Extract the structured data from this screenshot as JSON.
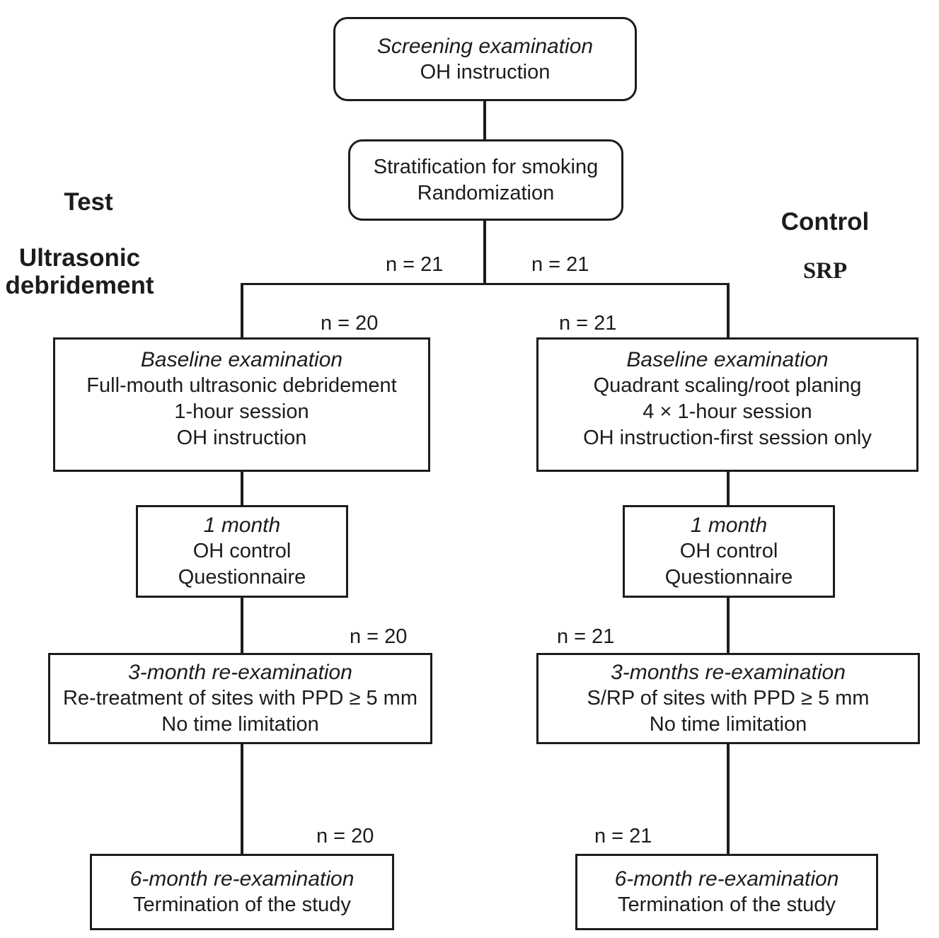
{
  "colors": {
    "ink": "#1c1c1c",
    "background": "#ffffff"
  },
  "fc": {
    "screening": {
      "title": "Screening examination",
      "sub": "OH instruction"
    },
    "strat": {
      "l1": "Stratification for smoking",
      "l2": "Randomization"
    },
    "branch": {
      "left_n": "n = 21",
      "right_n": "n = 21"
    },
    "left": {
      "label": "Test",
      "sub1": "Ultrasonic",
      "sub2": "debridement",
      "baseline": {
        "n": "n = 20",
        "title": "Baseline examination",
        "l2": "Full-mouth ultrasonic debridement",
        "l3": "1-hour session",
        "l4": "OH instruction"
      },
      "month1": {
        "title": "1 month",
        "l2": "OH control",
        "l3": "Questionnaire"
      },
      "month3": {
        "n": "n = 20",
        "title": "3-month re-examination",
        "l2": "Re-treatment of sites with PPD ≥ 5 mm",
        "l3": "No time limitation"
      },
      "month6": {
        "n": "n = 20",
        "title": "6-month re-examination",
        "l2": "Termination of the study"
      }
    },
    "right": {
      "label": "Control",
      "sub": "SRP",
      "baseline": {
        "n": "n = 21",
        "title": "Baseline examination",
        "l2": "Quadrant scaling/root planing",
        "l3": "4 × 1-hour session",
        "l4": "OH instruction-first session only"
      },
      "month1": {
        "title": "1 month",
        "l2": "OH control",
        "l3": "Questionnaire"
      },
      "month3": {
        "n": "n = 21",
        "title": "3-months re-examination",
        "l2": "S/RP of sites with PPD ≥ 5 mm",
        "l3": "No time limitation"
      },
      "month6": {
        "n": "n = 21",
        "title": "6-month re-examination",
        "l2": "Termination of the study"
      }
    }
  }
}
